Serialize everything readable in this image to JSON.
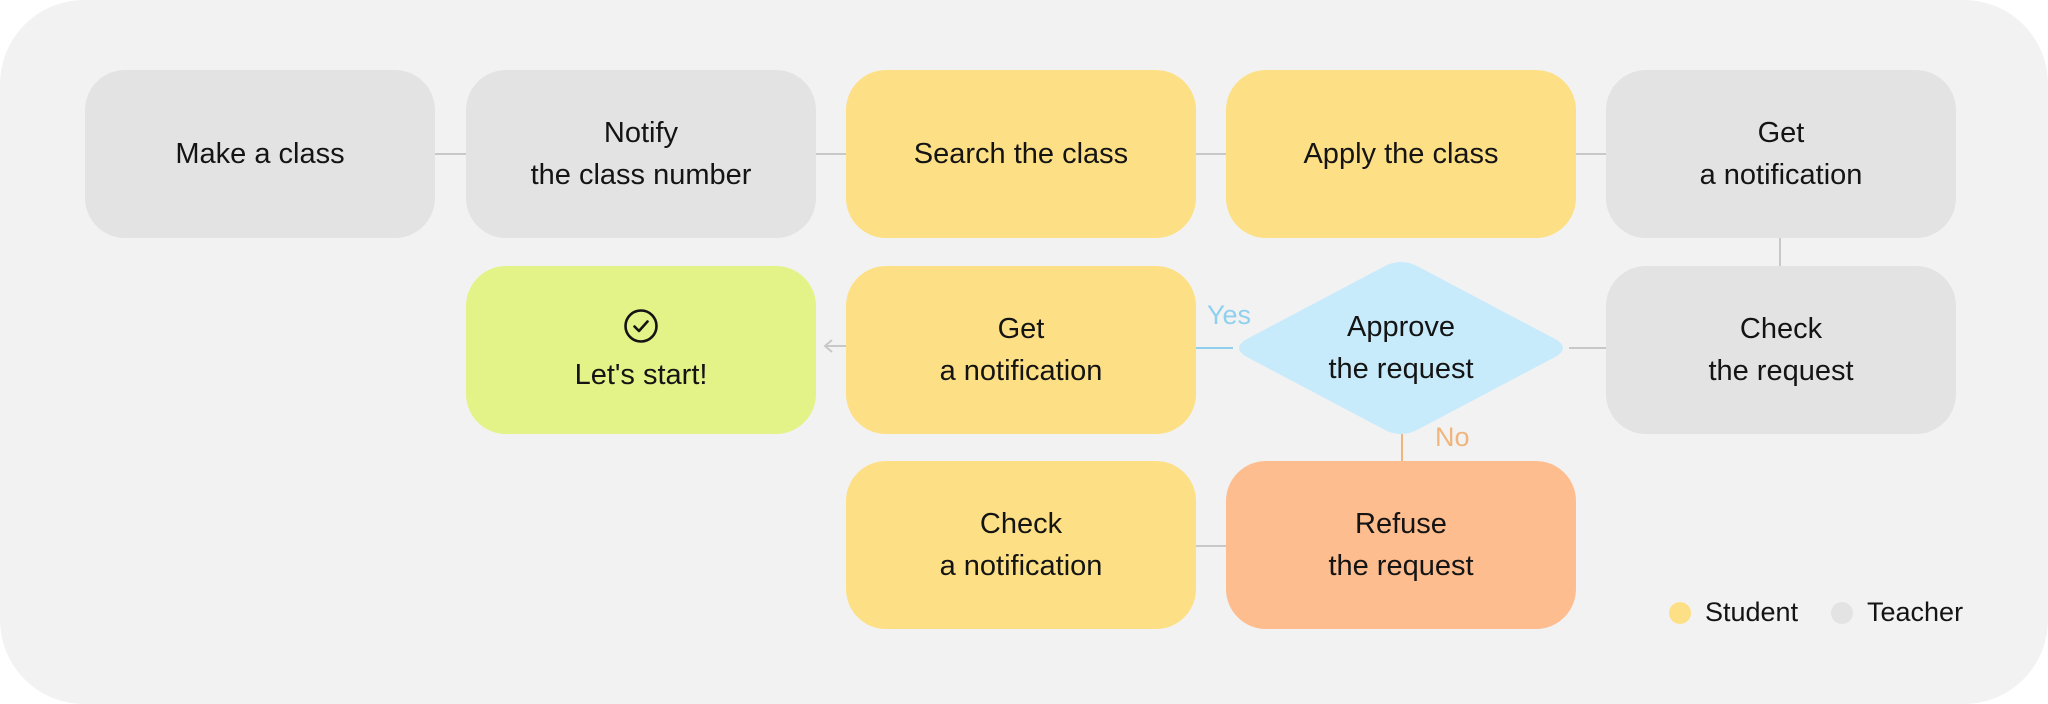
{
  "nodes": {
    "make_class": {
      "lines": [
        "Make a class"
      ],
      "role": "teacher"
    },
    "notify_class_number": {
      "lines": [
        "Notify",
        "the class number"
      ],
      "role": "teacher"
    },
    "search_class": {
      "lines": [
        "Search the class"
      ],
      "role": "student"
    },
    "apply_class": {
      "lines": [
        "Apply the class"
      ],
      "role": "student"
    },
    "teacher_get_notification": {
      "lines": [
        "Get",
        "a notification"
      ],
      "role": "teacher"
    },
    "check_request": {
      "lines": [
        "Check",
        "the request"
      ],
      "role": "teacher"
    },
    "approve_request": {
      "lines": [
        "Approve",
        "the request"
      ],
      "shape": "diamond"
    },
    "student_get_notification": {
      "lines": [
        "Get",
        "a notification"
      ],
      "role": "student"
    },
    "lets_start": {
      "lines": [
        "Let's start!"
      ],
      "icon": "check-circle-icon"
    },
    "refuse_request": {
      "lines": [
        "Refuse",
        "the request"
      ]
    },
    "check_notification": {
      "lines": [
        "Check",
        "a notification"
      ],
      "role": "student"
    }
  },
  "branches": {
    "yes": "Yes",
    "no": "No"
  },
  "legend": [
    {
      "label": "Student",
      "color": "#fde085"
    },
    {
      "label": "Teacher",
      "color": "#e3e3e3"
    }
  ],
  "colors": {
    "background": "#f2f2f2",
    "teacher": "#e3e3e3",
    "student": "#fde085",
    "start": "#e3f387",
    "refuse": "#fdbd8f",
    "decision": "#c8ebfc",
    "yes": "#8fd0ee",
    "no": "#f0b57d"
  }
}
